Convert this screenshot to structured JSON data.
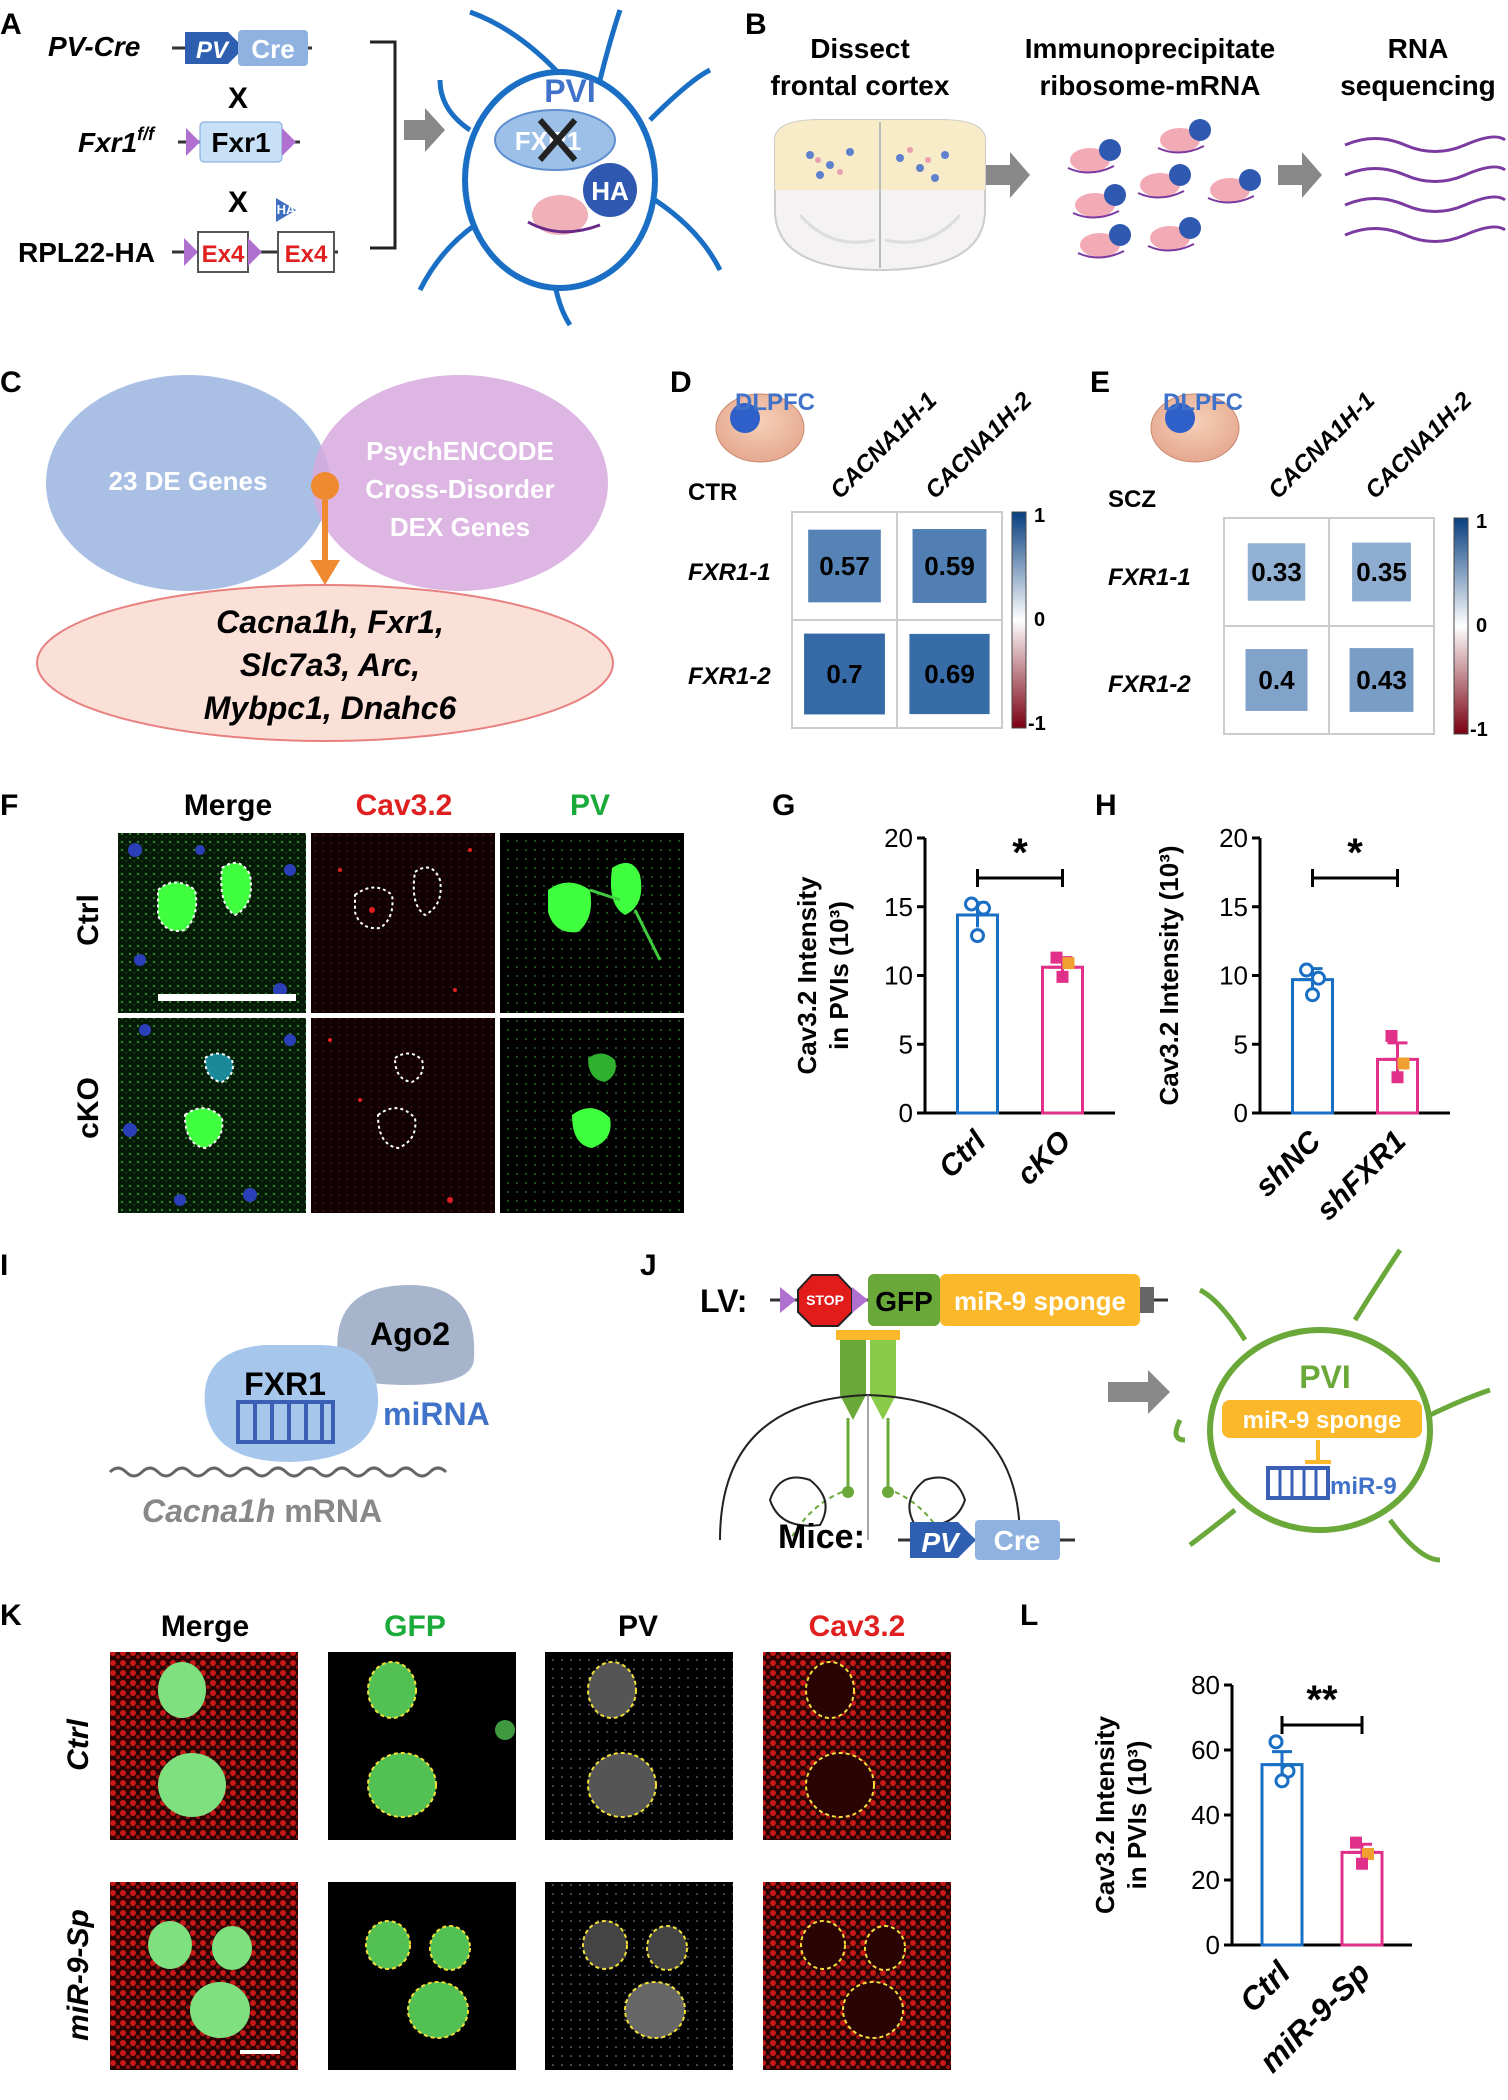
{
  "panels": {
    "A": "A",
    "B": "B",
    "C": "C",
    "D": "D",
    "E": "E",
    "F": "F",
    "G": "G",
    "H": "H",
    "I": "I",
    "J": "J",
    "K": "K",
    "L": "L"
  },
  "A": {
    "pvcre": "PV-Cre",
    "pv": "PV",
    "cre": "Cre",
    "x1": "X",
    "fxr1ff": "Fxr1",
    "fxr1ff_sup": "f/f",
    "fxr1": "Fxr1",
    "x2": "X",
    "rpl": "RPL22-HA",
    "ex4a": "Ex4",
    "ex4b": "Ex4",
    "ha_small": "HA",
    "pvi": "PVI",
    "fxr1_cell": "FXR1",
    "ha": "HA"
  },
  "B": {
    "step1": [
      "Dissect",
      "frontal cortex"
    ],
    "step2": [
      "Immunoprecipitate",
      "ribosome-mRNA"
    ],
    "step3": [
      "RNA",
      "sequencing"
    ]
  },
  "C": {
    "left": "23 DE Genes",
    "right": [
      "PsychENCODE",
      "Cross-Disorder",
      "DEX Genes"
    ],
    "bottom": [
      "Cacna1h, Fxr1,",
      "Slc7a3, Arc,",
      "Mybpc1, Dnahc6"
    ]
  },
  "D": {
    "region": "DLPFC",
    "group": "CTR",
    "cols": [
      "CACNA1H-1",
      "CACNA1H-2"
    ],
    "rows": [
      "FXR1-1",
      "FXR1-2"
    ],
    "values": [
      [
        0.57,
        0.59
      ],
      [
        0.7,
        0.69
      ]
    ],
    "scale": [
      "1",
      "0",
      "-1"
    ]
  },
  "E": {
    "region": "DLPFC",
    "group": "SCZ",
    "cols": [
      "CACNA1H-1",
      "CACNA1H-2"
    ],
    "rows": [
      "FXR1-1",
      "FXR1-2"
    ],
    "values": [
      [
        0.33,
        0.35
      ],
      [
        0.4,
        0.43
      ]
    ],
    "scale": [
      "1",
      "0",
      "-1"
    ]
  },
  "F": {
    "cols": [
      "Merge",
      "Cav3.2",
      "PV"
    ],
    "rows": [
      "Ctrl",
      "cKO"
    ]
  },
  "I": {
    "ago2": "Ago2",
    "fxr1": "FXR1",
    "mirna": "miRNA",
    "mrna_it": "Cacna1h",
    "mrna": " mRNA"
  },
  "J": {
    "lv": "LV:",
    "stop": "STOP",
    "gfp": "GFP",
    "sponge": "miR-9 sponge",
    "mice": "Mice:",
    "pv": "PV",
    "cre": "Cre",
    "pvi": "PVI",
    "cell_sponge": "miR-9 sponge",
    "mir9": "miR-9"
  },
  "K": {
    "cols": [
      "Merge",
      "GFP",
      "PV",
      "Cav3.2"
    ],
    "rows": [
      "Ctrl",
      "miR-9-Sp"
    ]
  },
  "colors": {
    "blue_line": "#1a6fc4",
    "pink": "#e0308a",
    "orange": "#f0a030",
    "green": "#6aa83a",
    "purple": "#7b3fa0",
    "lightblue": "#a8c4e6"
  },
  "chart_data": [
    {
      "id": "G",
      "type": "bar",
      "ylabel": [
        "Cav3.2 Intensity",
        "in PVIs (10³)"
      ],
      "categories": [
        "Ctrl",
        "cKO"
      ],
      "values": [
        14.4,
        10.6
      ],
      "sem": [
        0.9,
        0.7
      ],
      "points": [
        [
          15.2,
          14.9,
          12.9
        ],
        [
          11.3,
          10.9,
          9.9
        ]
      ],
      "ylim": [
        0,
        20
      ],
      "yticks": [
        "0",
        "5",
        "10",
        "15",
        "20"
      ],
      "sig": "*"
    },
    {
      "id": "H",
      "type": "bar",
      "ylabel": [
        "Cav3.2 Intensity (10³)"
      ],
      "categories": [
        "shNC",
        "shFXR1"
      ],
      "values": [
        9.7,
        3.9
      ],
      "sem": [
        0.8,
        1.2
      ],
      "points": [
        [
          10.4,
          9.8,
          8.6
        ],
        [
          5.6,
          3.6,
          2.6
        ]
      ],
      "ylim": [
        0,
        20
      ],
      "yticks": [
        "0",
        "5",
        "10",
        "15",
        "20"
      ],
      "sig": "*"
    },
    {
      "id": "L",
      "type": "bar",
      "ylabel": [
        "Cav3.2 Intensity",
        "in PVIs (10³)"
      ],
      "categories": [
        "Ctrl",
        "miR-9-Sp"
      ],
      "values": [
        55.5,
        28.5
      ],
      "sem": [
        4.0,
        2.5
      ],
      "points": [
        [
          62.5,
          53.5,
          50.5
        ],
        [
          31.5,
          28.0,
          25.0
        ]
      ],
      "ylim": [
        0,
        80
      ],
      "yticks": [
        "0",
        "20",
        "40",
        "60",
        "80"
      ],
      "sig": "**"
    }
  ]
}
